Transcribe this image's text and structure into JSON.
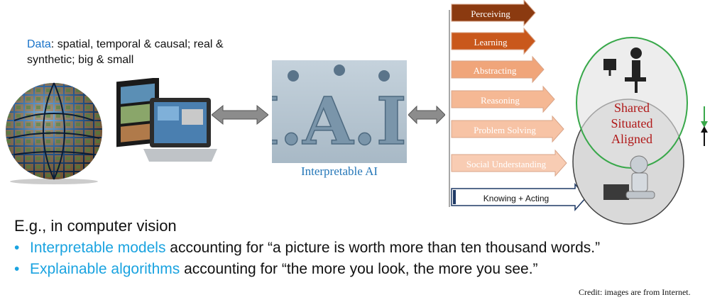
{
  "data_block": {
    "label": "Data",
    "rest": ": spatial, temporal & causal; real & synthetic; big & small"
  },
  "center": {
    "logo_text": "I.A.I.",
    "caption": "Interpretable AI"
  },
  "ladder": {
    "steps": [
      {
        "label": "Perceiving",
        "color": "#8b3a10",
        "text_color": "#ffffff"
      },
      {
        "label": "Learning",
        "color": "#c9581c",
        "text_color": "#ffffff"
      },
      {
        "label": "Abstracting",
        "color": "#f0a57a",
        "text_color": "#ffffff"
      },
      {
        "label": "Reasoning",
        "color": "#f5b894",
        "text_color": "#ffffff"
      },
      {
        "label": "Problem Solving",
        "color": "#f7c3a5",
        "text_color": "#ffffff"
      },
      {
        "label": "Social Understanding",
        "color": "#f8ccb3",
        "text_color": "#ffffff"
      },
      {
        "label": "Knowing + Acting",
        "color": "#ffffff",
        "text_color": "#111111"
      }
    ]
  },
  "venn": {
    "labels": [
      "Shared",
      "Situated",
      "Aligned"
    ],
    "label_color": "#b01818",
    "top_circle_color": "#38a84a",
    "bottom_circle_color": "#444444"
  },
  "bottom": {
    "eg": "E.g., in computer vision",
    "bullet1_hl": "Interpretable models",
    "bullet1_rest": " accounting for “a picture is worth more than ten thousand words.”",
    "bullet2_hl": "Explainable algorithms",
    "bullet2_rest": " accounting for “the more you look, the more you see.”",
    "bullet_symbol": "•"
  },
  "credit": "Credit: images are from Internet."
}
